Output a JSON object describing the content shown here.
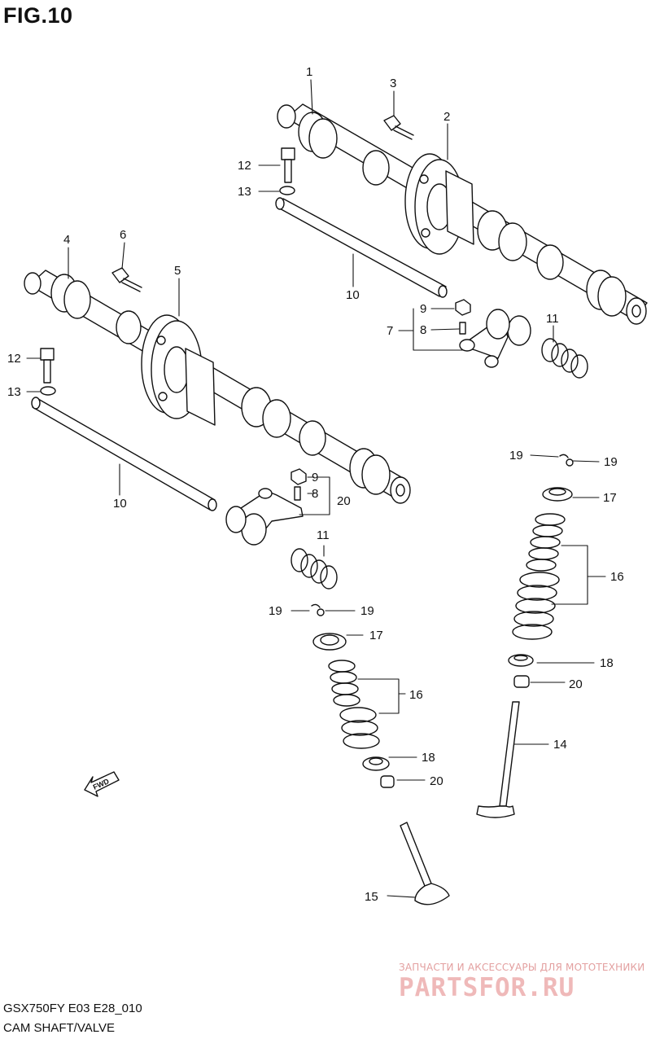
{
  "figure": {
    "title": "FIG.10"
  },
  "caption": {
    "model_code": "GSX750FY E03 E28_010",
    "section_name": "CAM SHAFT/VALVE"
  },
  "direction_arrow": {
    "label": "FWD",
    "icon": "forward-arrow-icon"
  },
  "watermark": {
    "subtitle": "ЗАПЧАСТИ И АКСЕССУАРЫ ДЛЯ МОТОТЕХНИКИ",
    "brand": "PARTSFOR.RU"
  },
  "callouts": {
    "c1": "1",
    "c2": "2",
    "c3": "3",
    "c4": "4",
    "c5": "5",
    "c6": "6",
    "c7": "7",
    "c8a": "8",
    "c8b": "8",
    "c9a": "9",
    "c9b": "9",
    "c10a": "10",
    "c10b": "10",
    "c11a": "11",
    "c11b": "11",
    "c12a": "12",
    "c12b": "12",
    "c13a": "13",
    "c13b": "13",
    "c14": "14",
    "c15": "15",
    "c16a": "16",
    "c16b": "16",
    "c17a": "17",
    "c17b": "17",
    "c18a": "18",
    "c18b": "18",
    "c19a": "19",
    "c19b": "19",
    "c19c": "19",
    "c19d": "19",
    "c20a": "20",
    "c20b": "20",
    "c20c": "20"
  }
}
